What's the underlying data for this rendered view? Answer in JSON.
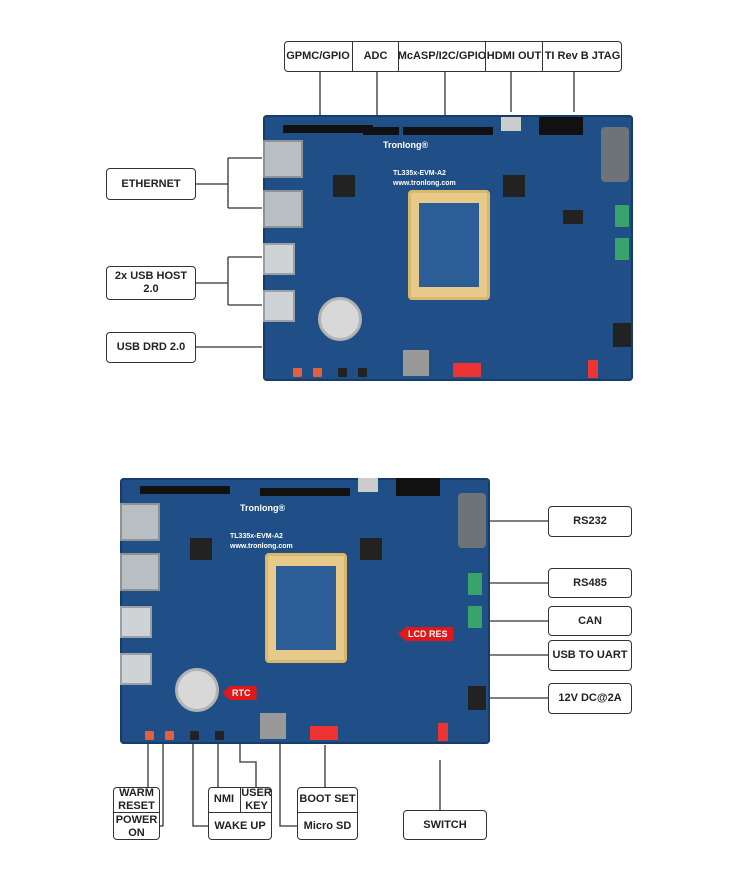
{
  "top_labels": [
    "GPMC/GPIO",
    "ADC",
    "McASP/I2C/GPIO",
    "HDMI OUT",
    "TI Rev B JTAG"
  ],
  "left_labels": {
    "ethernet": "ETHERNET",
    "usb_host": "2x USB HOST 2.0",
    "usb_drd": "USB DRD 2.0"
  },
  "right_labels": {
    "rs232": "RS232",
    "rs485": "RS485",
    "can": "CAN",
    "usb_uart": "USB TO UART",
    "dc": "12V DC@2A"
  },
  "bottom_labels": {
    "warm_reset": "WARM RESET",
    "power_on": "POWER ON",
    "nmi": "NMI",
    "user_key": "USER KEY",
    "wake_up": "WAKE UP",
    "boot_set": "BOOT SET",
    "micro_sd": "Micro SD",
    "switch": "SWITCH"
  },
  "callouts": {
    "lcd_res": "LCD RES",
    "rtc": "RTC"
  },
  "board": {
    "brand": "Tronlong®",
    "model": "TL335x-EVM-A2",
    "url": "www.tronlong.com"
  }
}
